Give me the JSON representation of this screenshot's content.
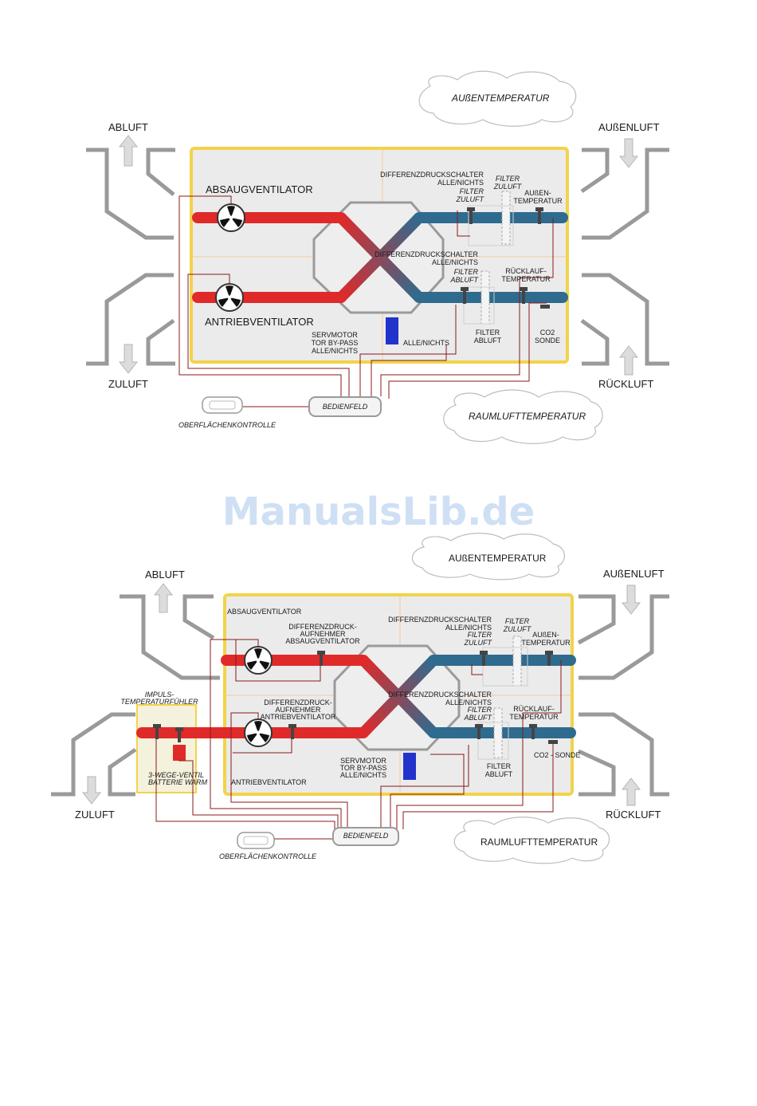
{
  "diagram1": {
    "outside_temp": "AUßENTEMPERATUR",
    "room_temp": "RAUMLUFTTEMPERATUR",
    "exhaust_air": "ABLUFT",
    "outside_air": "AUßENLUFT",
    "supply_air": "ZULUFT",
    "return_air": "RÜCKLUFT",
    "extract_fan": "ABSAUGVENTILATOR",
    "drive_fan": "ANTRIEBVENTILATOR",
    "dp_switch_top": [
      "DIFFERENZDRUCKSCHALTER",
      "ALLE/NICHTS"
    ],
    "filter_supply_left": [
      "FILTER",
      "ZULUFT"
    ],
    "filter_supply_right": [
      "FILTER",
      "ZULUFT"
    ],
    "outside_temp_sensor": [
      "AUßEN-",
      "TEMPERATUR"
    ],
    "dp_switch_mid": [
      "DIFFERENZDRUCKSCHALTER",
      "ALLE/NICHTS"
    ],
    "filter_exhaust_italic": [
      "FILTER",
      "ABLUFT"
    ],
    "return_temp_sensor": [
      "RÜCKLAUF-",
      "TEMPERATUR"
    ],
    "servomotor": [
      "SERVMOTOR",
      "TOR BY-PASS",
      "ALLE/NICHTS"
    ],
    "bypass_all": "ALLE/NICHTS",
    "filter_exhaust": [
      "FILTER",
      "ABLUFT"
    ],
    "co2": [
      "CO2",
      "SONDE"
    ],
    "control_panel": "BEDIENFELD",
    "surface_control": "OBERFLÄCHENKONTROLLE"
  },
  "watermark": "ManualsLib.de",
  "diagram2": {
    "outside_temp": "AUßENTEMPERATUR",
    "room_temp": "RAUMLUFTTEMPERATUR",
    "exhaust_air": "ABLUFT",
    "outside_air": "AUßENLUFT",
    "supply_air": "ZULUFT",
    "return_air": "RÜCKLUFT",
    "extract_fan": "ABSAUGVENTILATOR",
    "drive_fan": "ANTRIEBVENTILATOR",
    "dp_sensor_extract": [
      "DIFFERENZDRUCK-",
      "AUFNEHMER",
      "ABSAUGVENTILATOR"
    ],
    "dp_sensor_drive": [
      "DIFFERENZDRUCK-",
      "AUFNEHMER",
      "ANTRIEBVENTILATOR"
    ],
    "dp_switch_top": [
      "DIFFERENZDRUCKSCHALTER",
      "ALLE/NICHTS"
    ],
    "filter_supply_left": [
      "FILTER",
      "ZULUFT"
    ],
    "filter_supply_right": [
      "FILTER",
      "ZULUFT"
    ],
    "outside_temp_sensor": [
      "AUßEN-",
      "TEMPERATUR"
    ],
    "dp_switch_mid": [
      "DIFFERENZDRUCKSCHALTER",
      "ALLE/NICHTS"
    ],
    "filter_exhaust_italic": [
      "FILTER",
      "ABLUFT"
    ],
    "return_temp_sensor": [
      "RÜCKLAUF-",
      "TEMPERATUR"
    ],
    "servomotor": [
      "SERVMOTOR",
      "TOR BY-PASS",
      "ALLE/NICHTS"
    ],
    "filter_exhaust": [
      "FILTER",
      "ABLUFT"
    ],
    "co2": "CO2 - SONDE",
    "impulse_sensor": [
      "IMPULS-",
      "TEMPERATURFÜHLER"
    ],
    "valve": [
      "3-WEGE-VENTIL",
      "BATTERIE  WARM"
    ],
    "control_panel": "BEDIENFELD",
    "surface_control": "OBERFLÄCHENKONTROLLE"
  },
  "colors": {
    "warm_duct": "#e02a2a",
    "cold_duct": "#2f6b8f",
    "unit_border": "#f2d34a",
    "unit_fill": "#ebebeb",
    "wire": "#8a1a1a",
    "bypass_motor": "#2233cc"
  }
}
